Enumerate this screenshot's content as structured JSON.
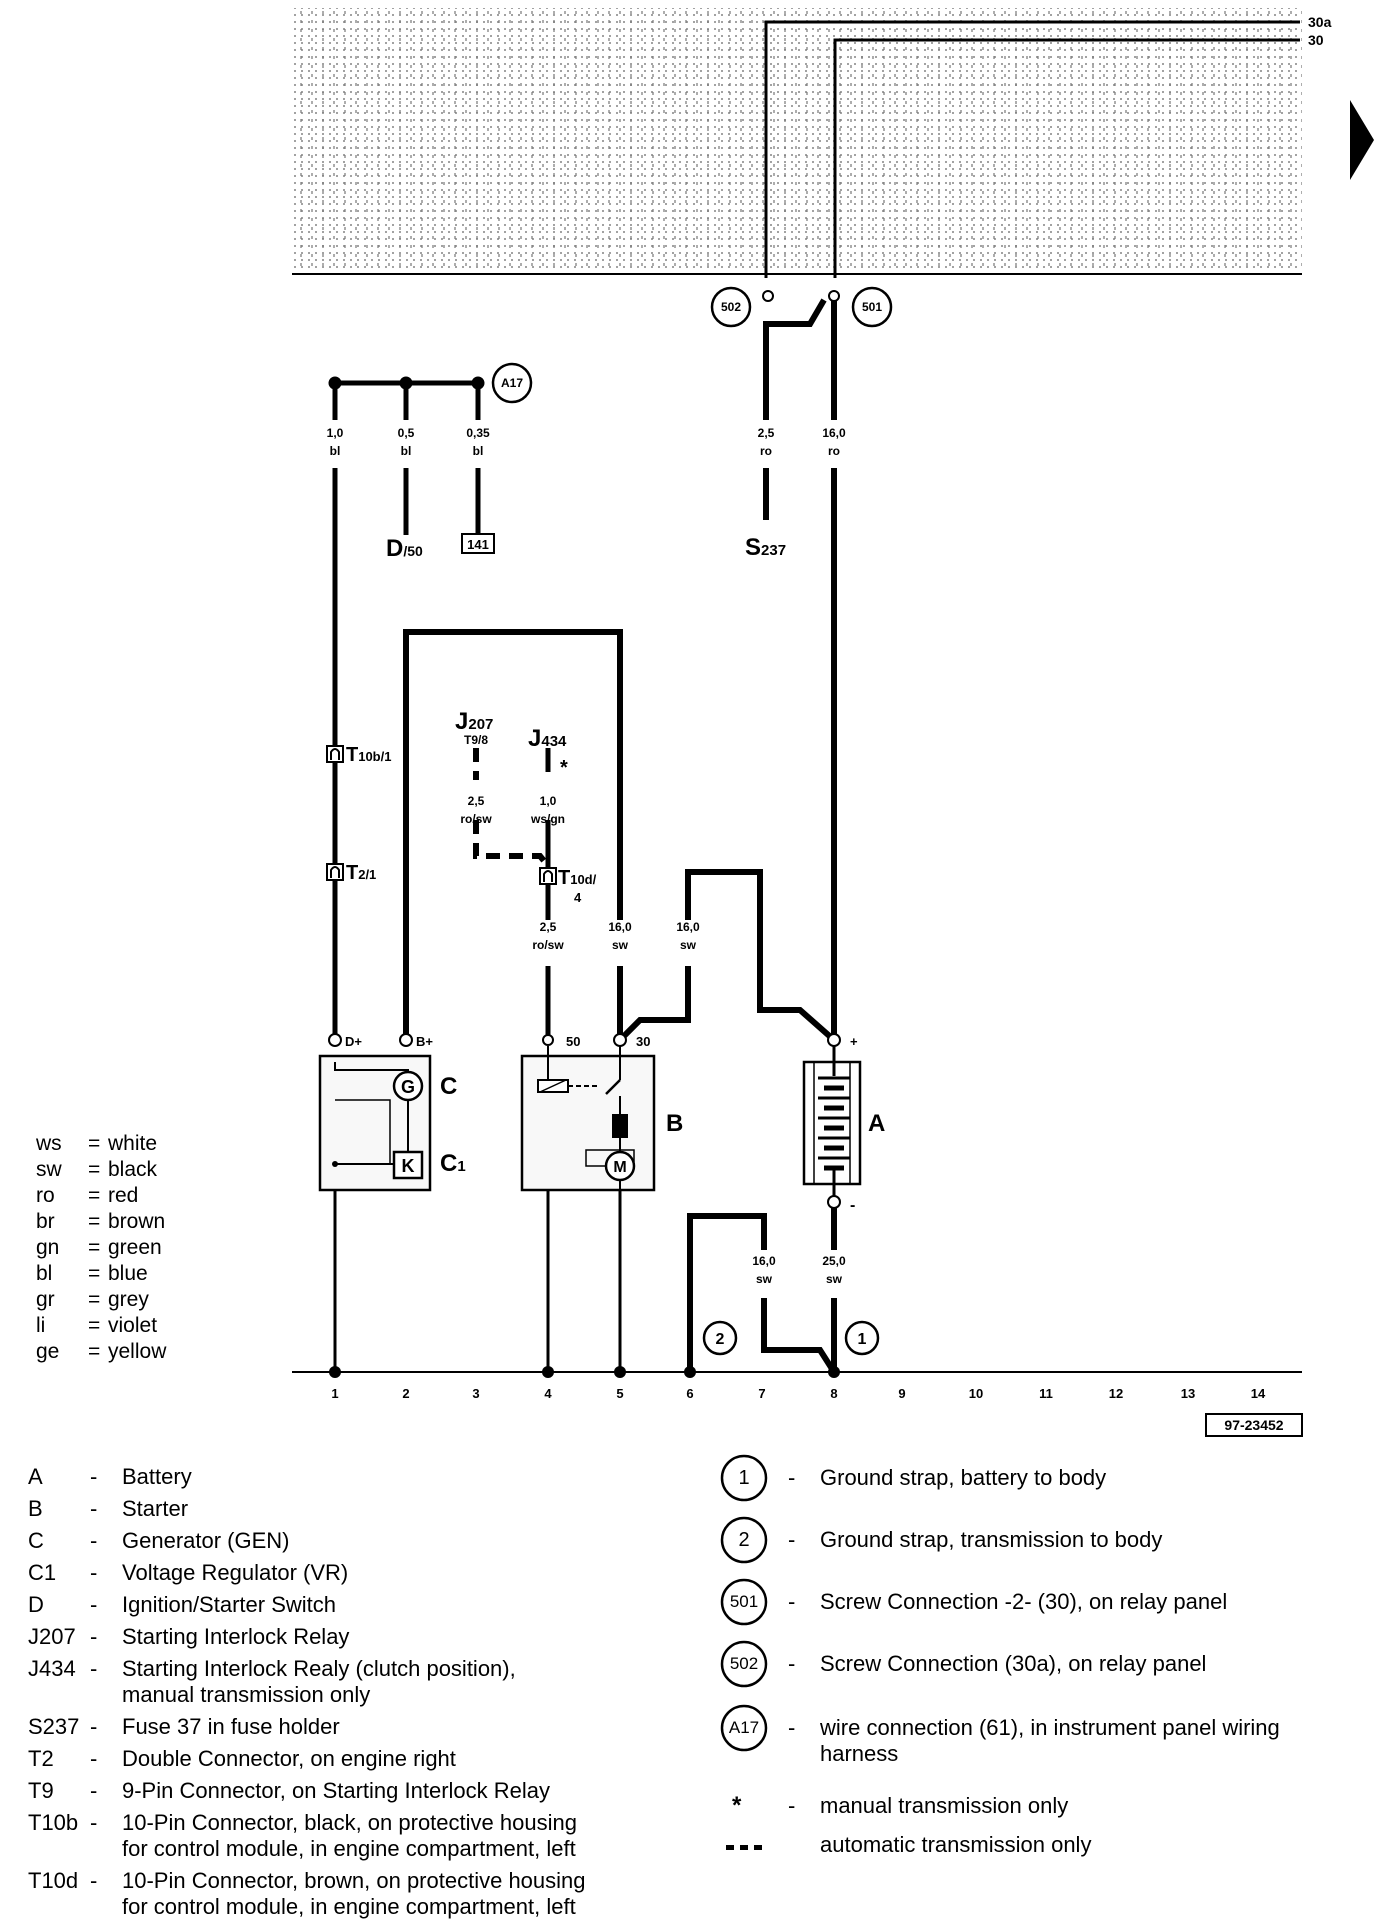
{
  "busbar": {
    "line_30a": "30a",
    "line_30": "30"
  },
  "screws": {
    "s502": "502",
    "s501": "501",
    "a17": "A17"
  },
  "wires": {
    "w1": [
      "1,0",
      "bl"
    ],
    "w2": [
      "0,5",
      "bl"
    ],
    "w3": [
      "0,35",
      "bl"
    ],
    "w4": [
      "2,5",
      "ro"
    ],
    "w5": [
      "16,0",
      "ro"
    ],
    "w6": [
      "2,5",
      "ro/sw"
    ],
    "w7": [
      "1,0",
      "ws/gn"
    ],
    "w8": [
      "2,5",
      "ro/sw"
    ],
    "w9": [
      "16,0",
      "sw"
    ],
    "w10": [
      "16,0",
      "sw"
    ],
    "w11": [
      "16,0",
      "sw"
    ],
    "w12": [
      "25,0",
      "sw"
    ]
  },
  "labels": {
    "d50_main": "D",
    "d50_sub": "/50",
    "ref141": "141",
    "s237_main": "S",
    "s237_sub": "237",
    "t10b_main": "T",
    "t10b_sub": "10b/1",
    "t2_main": "T",
    "t2_sub": "2/1",
    "j207_main": "J",
    "j207_sub": "207",
    "j207_pin": "T9/8",
    "j434_main": "J",
    "j434_sub": "434",
    "star": "*",
    "t10d_main": "T",
    "t10d_sub": "10d/",
    "t10d_pin": "4",
    "dplus": "D+",
    "bplus": "B+",
    "pin50": "50",
    "pin30": "30",
    "plus": "+",
    "minus": "-",
    "compC": "C",
    "compC1_main": "C",
    "compC1_sub": "1",
    "compB": "B",
    "compA": "A",
    "g1": "1",
    "g2": "2",
    "fig": "97-23452"
  },
  "columns": [
    "1",
    "2",
    "3",
    "4",
    "5",
    "6",
    "7",
    "8",
    "9",
    "10",
    "11",
    "12",
    "13",
    "14"
  ],
  "colors": [
    [
      "ws",
      "=",
      "white"
    ],
    [
      "sw",
      "=",
      "black"
    ],
    [
      "ro",
      "=",
      "red"
    ],
    [
      "br",
      "=",
      "brown"
    ],
    [
      "gn",
      "=",
      "green"
    ],
    [
      "bl",
      "=",
      "blue"
    ],
    [
      "gr",
      "=",
      "grey"
    ],
    [
      "li",
      "=",
      "violet"
    ],
    [
      "ge",
      "=",
      "yellow"
    ]
  ],
  "components": [
    [
      "A",
      "-",
      "Battery"
    ],
    [
      "B",
      "-",
      "Starter"
    ],
    [
      "C",
      "-",
      "Generator (GEN)"
    ],
    [
      "C1",
      "-",
      "Voltage Regulator (VR)"
    ],
    [
      "D",
      "-",
      "Ignition/Starter Switch"
    ],
    [
      "J207",
      "-",
      "Starting Interlock Relay"
    ],
    [
      "J434",
      "-",
      "Starting Interlock Realy (clutch position),",
      "manual transmission only"
    ],
    [
      "S237",
      "-",
      "Fuse 37 in fuse holder"
    ],
    [
      "T2",
      "-",
      "Double Connector, on engine right"
    ],
    [
      "T9",
      "-",
      "9-Pin Connector,  on Starting Interlock Relay"
    ],
    [
      "T10b",
      "-",
      "10-Pin Connector, black, on protective housing",
      "for control module, in engine compartment, left"
    ],
    [
      "T10d",
      "-",
      "10-Pin Connector, brown, on protective housing",
      "for control module, in engine compartment, left"
    ]
  ],
  "symbols": [
    [
      "1",
      "-",
      "Ground strap, battery to body"
    ],
    [
      "2",
      "-",
      "Ground strap, transmission to body"
    ],
    [
      "501",
      "-",
      "Screw Connection -2- (30), on relay panel"
    ],
    [
      "502",
      "-",
      "Screw Connection (30a), on relay panel"
    ],
    [
      "A17",
      "-",
      "wire connection (61), in instrument panel wiring",
      "harness"
    ],
    [
      "*",
      "-",
      "manual transmission only"
    ],
    [
      "---",
      "",
      "automatic transmission only"
    ]
  ]
}
